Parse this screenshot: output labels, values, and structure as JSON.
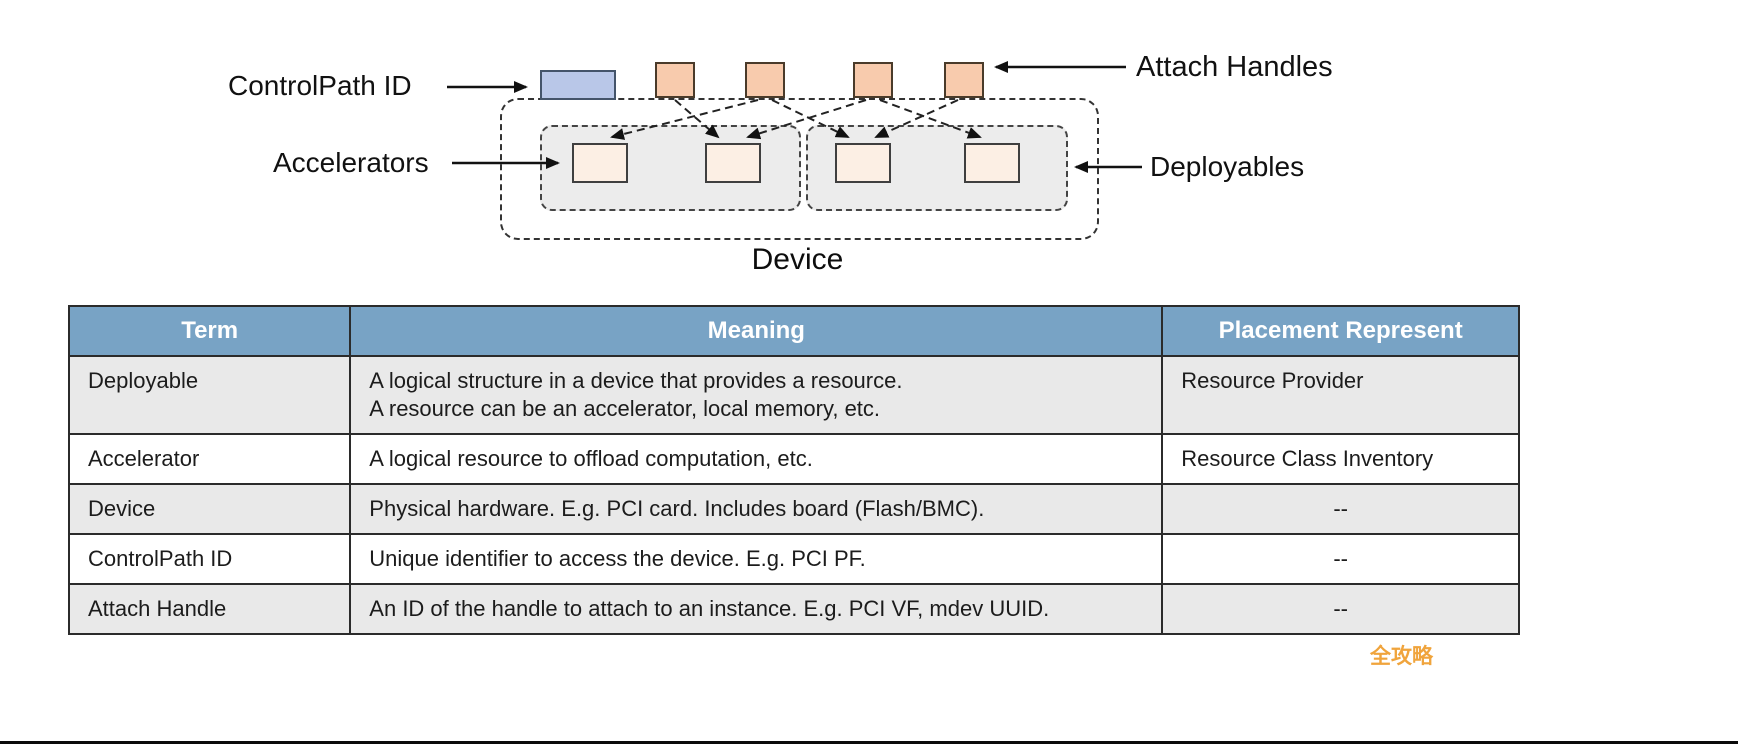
{
  "diagram": {
    "labels": {
      "controlpath_id": "ControlPath ID",
      "attach_handles": "Attach Handles",
      "accelerators": "Accelerators",
      "deployables": "Deployables",
      "device": "Device"
    },
    "colors": {
      "controlpath_fill": "#b9c7e8",
      "attach_handle_fill": "#f8cbad",
      "accelerator_fill": "#fcefe4",
      "deployable_fill": "#ececec",
      "outline_stroke": "#333333"
    },
    "counts": {
      "attach_handles": 4,
      "accelerators": 4,
      "deployables": 2
    }
  },
  "table": {
    "header_bg": "#78a3c5",
    "header_text_color": "#ffffff",
    "row_alt_bg": "#e9e9e9",
    "headers": [
      "Term",
      "Meaning",
      "Placement Represent"
    ],
    "rows": [
      {
        "term": "Deployable",
        "meaning": "A logical structure in a device that provides a resource.\nA resource can be an accelerator, local memory, etc.",
        "placement": "Resource Provider"
      },
      {
        "term": "Accelerator",
        "meaning": "A logical resource to offload computation, etc.",
        "placement": "Resource Class Inventory"
      },
      {
        "term": "Device",
        "meaning": "Physical hardware. E.g. PCI card. Includes board (Flash/BMC).",
        "placement": "--"
      },
      {
        "term": "ControlPath ID",
        "meaning": "Unique identifier to access the device. E.g. PCI PF.",
        "placement": "--"
      },
      {
        "term": "Attach Handle",
        "meaning": "An ID of the handle to attach to an instance. E.g. PCI VF, mdev UUID.",
        "placement": "--"
      }
    ]
  },
  "watermark": "全攻略"
}
